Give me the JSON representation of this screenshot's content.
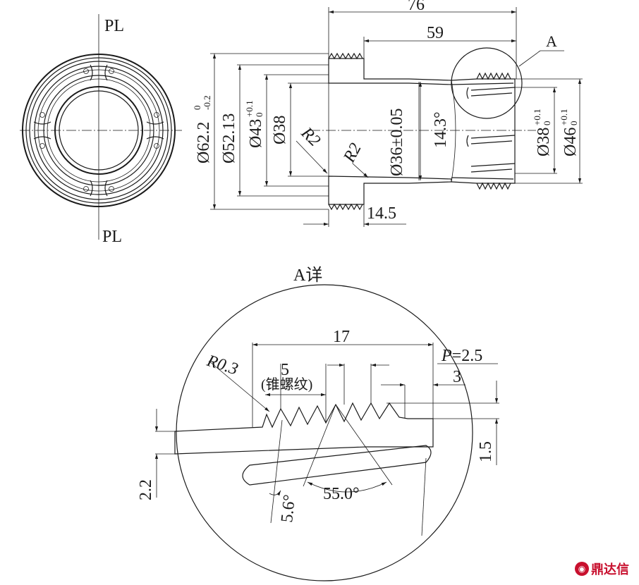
{
  "front_view": {
    "parting_line_top": "PL",
    "parting_line_bottom": "PL"
  },
  "section_view": {
    "length_total": "76",
    "length_inner": "59",
    "length_flange": "14.5",
    "detail_marker": "A",
    "dia_outer_main": "Ø62.2",
    "dia_outer_tol_up": "0",
    "dia_outer_tol_low": "-0.2",
    "dia_52": "Ø52.13",
    "dia_43": "Ø43",
    "dia_43_tol_up": "+0.1",
    "dia_43_tol_low": "0",
    "dia_38_left": "Ø38",
    "radius_1": "R2",
    "radius_2": "R2",
    "dia_36": "Ø36±0.05",
    "taper_angle": "14.3°",
    "dia_38_right": "Ø38",
    "dia_38_right_tol_up": "+0.1",
    "dia_38_right_tol_low": "0",
    "dia_46": "Ø46",
    "dia_46_tol_up": "+0.1",
    "dia_46_tol_low": "0"
  },
  "detail_view": {
    "title": "A详",
    "length_17": "17",
    "length_5": "5",
    "thread_note": "(锥螺纹)",
    "pitch_label": "P",
    "pitch_value": "=2.5",
    "length_3": "3",
    "radius_03": "R0.3",
    "height_15": "1.5",
    "thickness_22": "2.2",
    "angle_56": "5.6°",
    "thread_angle": "55.0°"
  },
  "watermark": {
    "text": "鼎达信"
  }
}
